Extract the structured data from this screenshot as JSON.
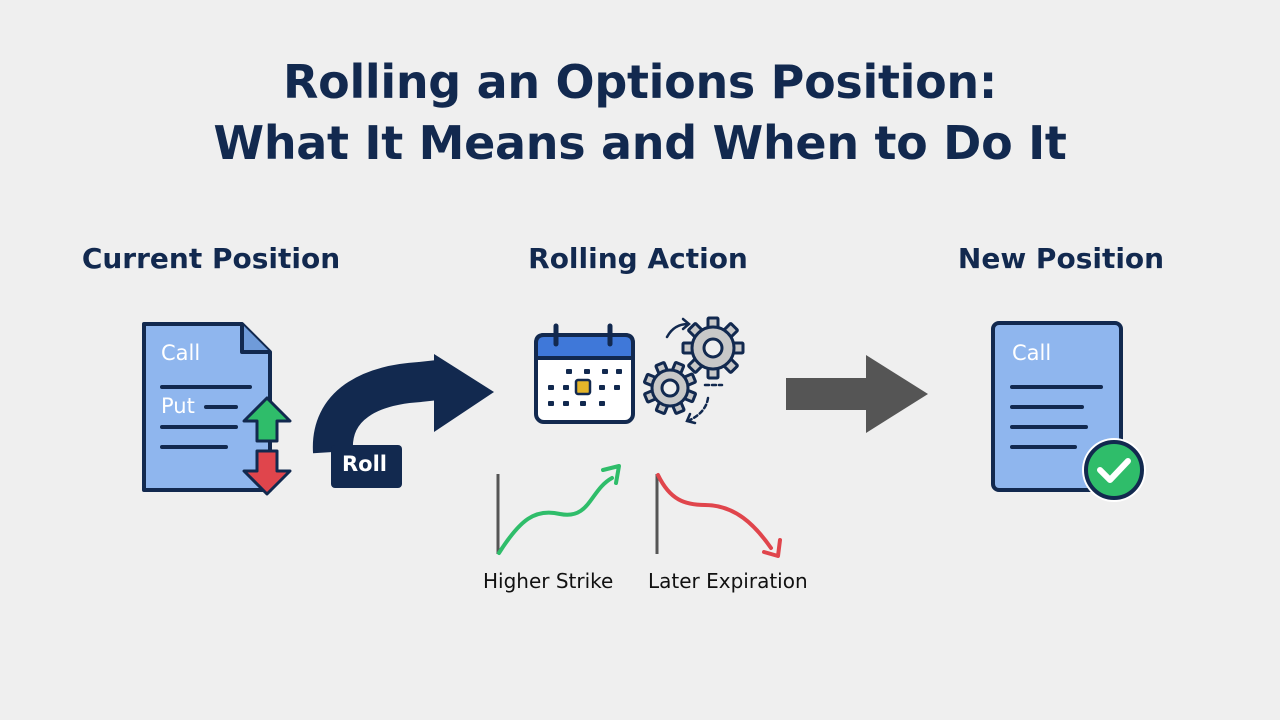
{
  "title": {
    "line1": "Rolling an Options Position:",
    "line2": "What It Means and When to Do It"
  },
  "sections": {
    "current": {
      "heading": "Current Position",
      "doc_label_top": "Call",
      "doc_label_mid": "Put"
    },
    "rolling": {
      "heading": "Rolling Action",
      "roll_label": "Roll"
    },
    "new": {
      "heading": "New Position",
      "doc_label_top": "Call"
    }
  },
  "curves": {
    "higher_strike": "Higher Strike",
    "later_expiration": "Later Expiration"
  },
  "colors": {
    "navy": "#12294f",
    "doc_fill": "#8fb6ee",
    "green": "#2fbd6a",
    "red": "#e0454c",
    "gray_arrow": "#555555",
    "gear_fill": "#c8c8c8"
  }
}
